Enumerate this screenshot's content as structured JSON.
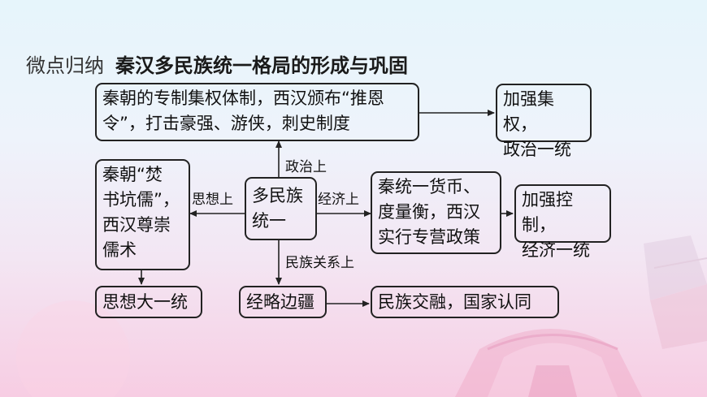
{
  "title": {
    "prefix": "微点归纳",
    "main": "秦汉多民族统一格局的形成与巩固"
  },
  "nodes": {
    "center": "多民族\n统一",
    "political_measures": "秦朝的专制集权体制，西汉颁布“推恩令”，打击豪强、游侠，刺史制度",
    "political_result": "加强集权，\n政治一统",
    "ideological_measures": "秦朝“焚\n书坑儒”，\n西汉尊崇\n儒术",
    "ideological_result": "思想大一统",
    "economic_measures": "秦统一货币、\n度量衡，西汉\n实行专营政策",
    "economic_result": "加强控制，\n经济一统",
    "ethnic_measures": "经略边疆",
    "ethnic_result": "民族交融，国家认同"
  },
  "labels": {
    "political": "政治上",
    "ideological": "思想上",
    "economic": "经济上",
    "ethnic": "民族关系上"
  }
}
